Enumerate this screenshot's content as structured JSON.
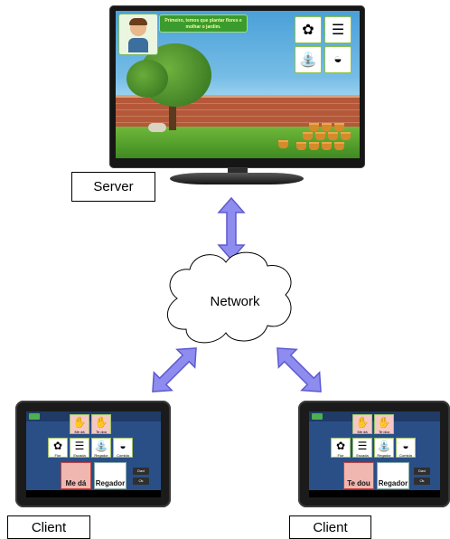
{
  "diagram": {
    "server_label": "Server",
    "network_label": "Network",
    "client_left_label": "Client",
    "client_right_label": "Client"
  },
  "tv_game": {
    "banner_text": "Primeiro, temos que plantar flores e molhar o jardim.",
    "cards": [
      "flower-icon",
      "ladder-icon",
      "watering-can-icon",
      "food-bowl-icon"
    ]
  },
  "client_left": {
    "cards_top": [
      "Me dá",
      "Te dou"
    ],
    "cards_mid": [
      "Flor",
      "Escada",
      "Regador",
      "Comida"
    ],
    "big_left": "Me dá",
    "big_right": "Regador",
    "side_top": "Davi",
    "side_bottom": "Ok"
  },
  "client_right": {
    "cards_top": [
      "Me dá",
      "Te dou"
    ],
    "cards_mid": [
      "Flor",
      "Escada",
      "Regador",
      "Comida"
    ],
    "big_left": "Te dou",
    "big_right": "Regador",
    "side_top": "Davi",
    "side_bottom": "Ok"
  },
  "colors": {
    "arrow_fill": "#8f8cf0",
    "arrow_stroke": "#5d5ad0"
  }
}
